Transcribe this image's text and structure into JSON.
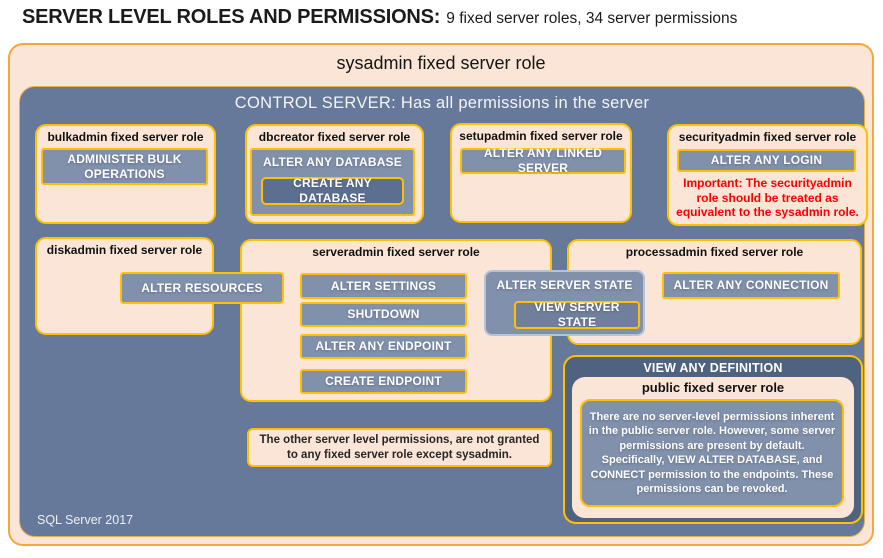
{
  "title": {
    "main": "SERVER LEVEL ROLES AND PERMISSIONS:",
    "sub": "9 fixed server roles, 34 server permissions"
  },
  "sysadmin": {
    "label": "sysadmin fixed server role"
  },
  "control_server": {
    "label": "CONTROL SERVER: Has all permissions in the server",
    "footer": "SQL Server 2017"
  },
  "roles": {
    "bulkadmin": {
      "title": "bulkadmin fixed server role",
      "permissions": [
        "ADMINISTER BULK OPERATIONS"
      ]
    },
    "dbcreator": {
      "title": "dbcreator fixed server role",
      "permission_outer": "ALTER ANY DATABASE",
      "permission_nested": "CREATE ANY DATABASE"
    },
    "setupadmin": {
      "title": "setupadmin fixed server role",
      "permissions": [
        "ALTER ANY LINKED SERVER"
      ]
    },
    "securityadmin": {
      "title": "securityadmin fixed server role",
      "permissions": [
        "ALTER ANY LOGIN"
      ],
      "warning": "Important: The securityadmin role should be treated as equivalent to the sysadmin role."
    },
    "diskadmin": {
      "title": "diskadmin fixed server role",
      "permissions": [
        "ALTER RESOURCES"
      ]
    },
    "serveradmin": {
      "title": "serveradmin fixed server role",
      "permissions": [
        "ALTER SETTINGS",
        "SHUTDOWN",
        "ALTER ANY ENDPOINT",
        "CREATE ENDPOINT"
      ],
      "permission_outer": "ALTER SERVER STATE",
      "permission_nested": "VIEW SERVER STATE"
    },
    "processadmin": {
      "title": "processadmin fixed server role",
      "permissions": [
        "ALTER ANY CONNECTION"
      ]
    },
    "public": {
      "container_permission": "VIEW ANY DEFINITION",
      "title": "public fixed server role",
      "description": "There are no server-level permissions inherent in the public server role. However, some server permissions are present by default. Specifically, VIEW ALTER DATABASE, and CONNECT permission to the endpoints. These permissions can be revoked."
    }
  },
  "note": "The other server level permissions, are not granted to any fixed server role except sysadmin.",
  "colors": {
    "inner_border": "#FFC000",
    "outer_border": "#F2A93C",
    "peach": "#FBE5D6",
    "control_blue": "#66799B",
    "dark_blue": "#4F6380",
    "permission_gray": "#8191AC",
    "nested_dark": "#5D6F90",
    "state_border": "#B5C3D8",
    "warning_red": "#FF0000"
  }
}
